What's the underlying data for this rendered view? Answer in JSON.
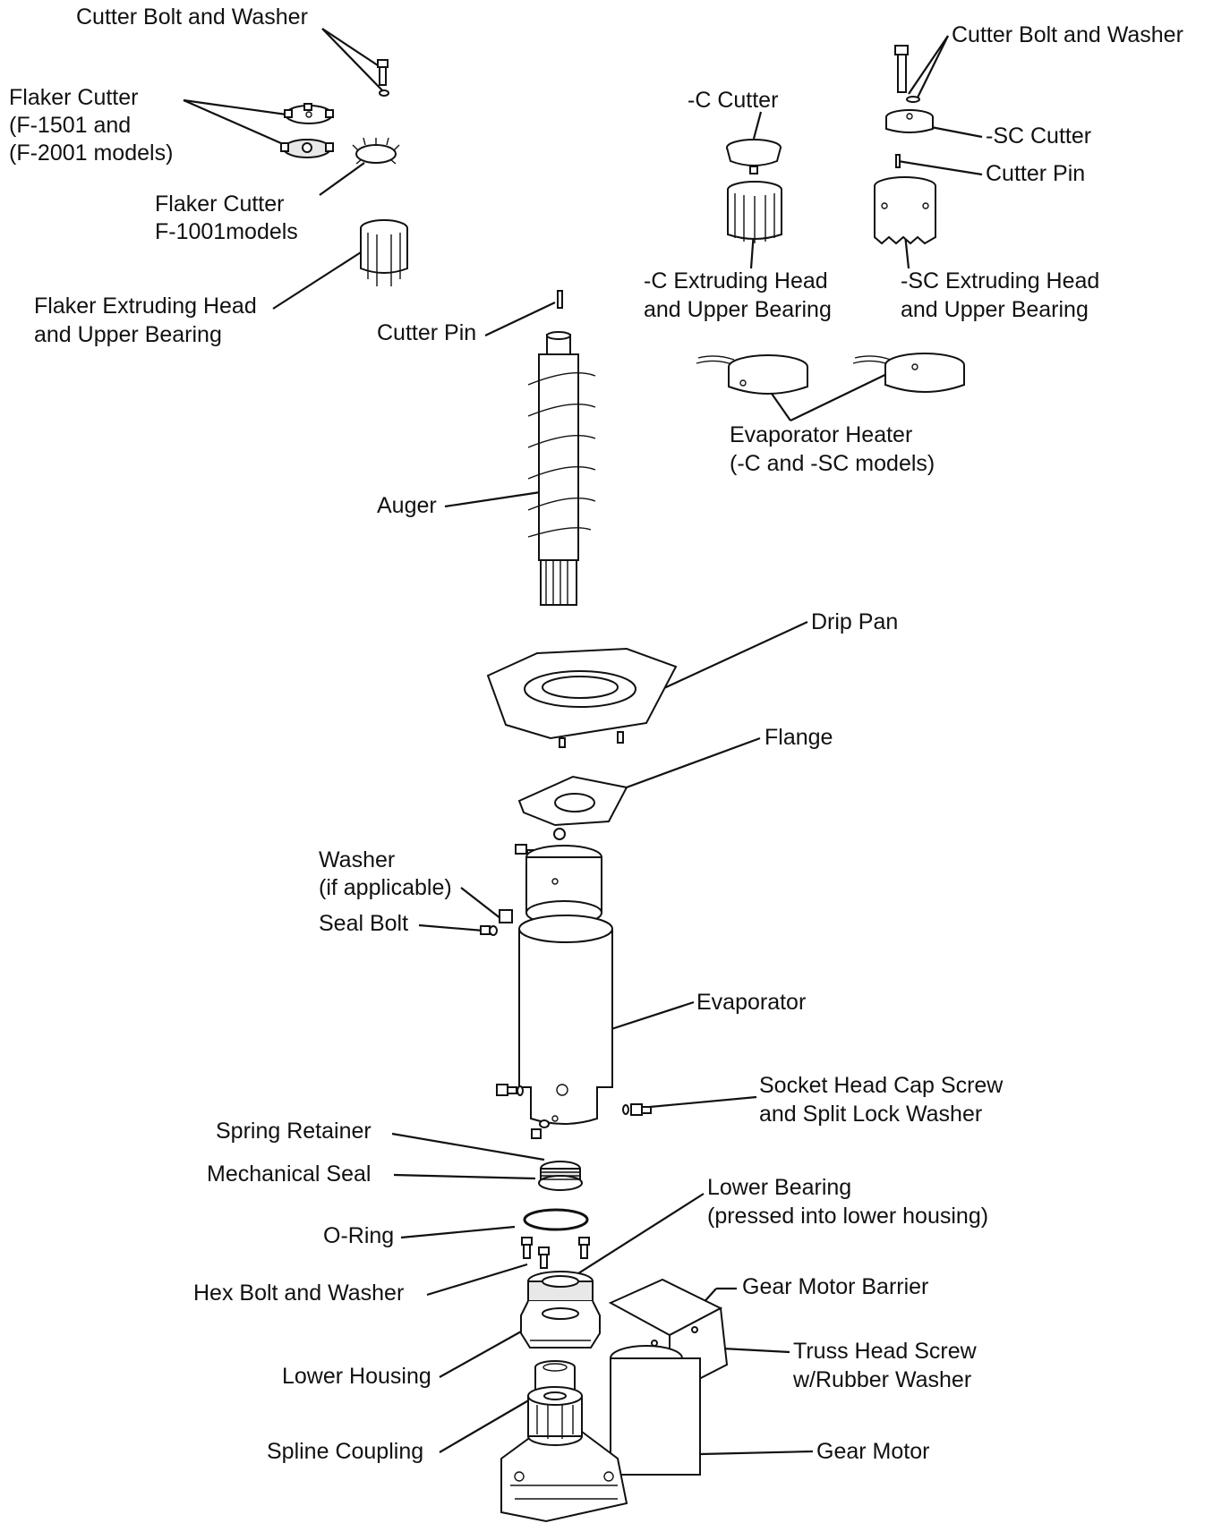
{
  "labels": {
    "cutter_bolt_washer_left": "Cutter Bolt and Washer",
    "flaker_cutter_1": "Flaker Cutter",
    "flaker_cutter_2": "(F-1501 and",
    "flaker_cutter_3": "(F-2001 models)",
    "flaker_cutter_f1001_1": "Flaker Cutter",
    "flaker_cutter_f1001_2": "F-1001models",
    "flaker_extruding_head_1": "Flaker Extruding Head",
    "flaker_extruding_head_2": "and Upper Bearing",
    "cutter_pin_left": "Cutter Pin",
    "c_cutter": "-C Cutter",
    "c_extruding_head_1": "-C Extruding Head",
    "c_extruding_head_2": "and Upper Bearing",
    "cutter_bolt_washer_right": "Cutter Bolt and Washer",
    "sc_cutter": "-SC Cutter",
    "cutter_pin_right": "Cutter Pin",
    "sc_extruding_head_1": "-SC Extruding Head",
    "sc_extruding_head_2": "and Upper Bearing",
    "evap_heater_1": "Evaporator Heater",
    "evap_heater_2": "(-C and -SC models)",
    "auger": "Auger",
    "drip_pan": "Drip Pan",
    "flange": "Flange",
    "washer_1": "Washer",
    "washer_2": "(if applicable)",
    "seal_bolt": "Seal Bolt",
    "evaporator": "Evaporator",
    "socket_screw_1": "Socket Head Cap Screw",
    "socket_screw_2": "and Split Lock Washer",
    "spring_retainer": "Spring Retainer",
    "mechanical_seal": "Mechanical Seal",
    "o_ring": "O-Ring",
    "hex_bolt": "Hex Bolt and Washer",
    "lower_bearing_1": "Lower Bearing",
    "lower_bearing_2": "(pressed into lower housing)",
    "gear_motor_barrier": "Gear Motor Barrier",
    "truss_screw_1": "Truss Head Screw",
    "truss_screw_2": "w/Rubber Washer",
    "lower_housing": "Lower Housing",
    "spline_coupling": "Spline Coupling",
    "gear_motor": "Gear Motor"
  }
}
